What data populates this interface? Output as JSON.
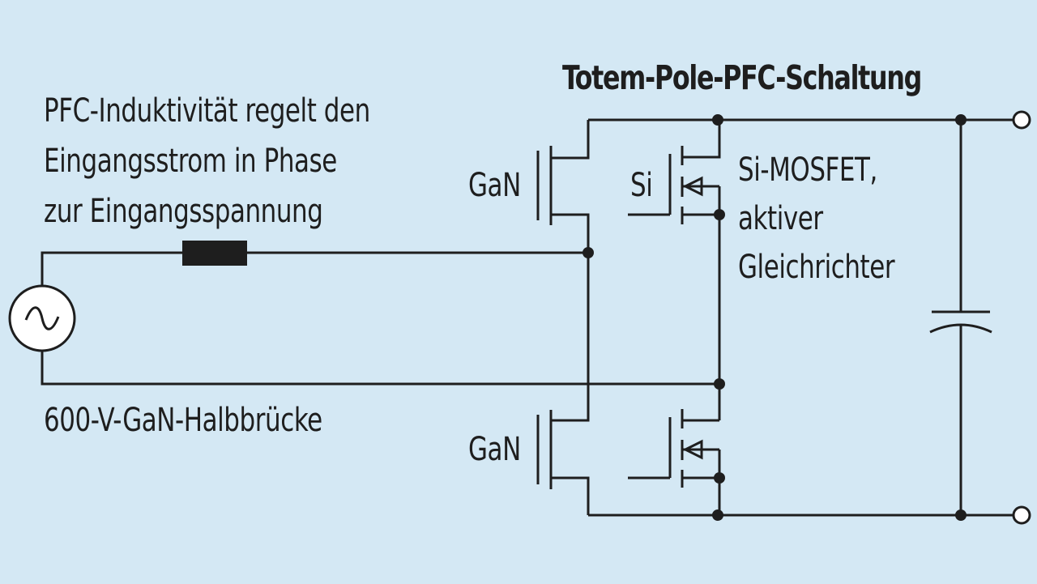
{
  "title": "Totem-Pole-PFC-Schaltung",
  "inductor_note": "PFC-Induktivität regelt den\nEingangsstrom in Phase\nzur Eingangsspannung",
  "halfbridge_label": "600-V-GaN-Halbbrücke",
  "gan_top_label": "GaN",
  "gan_bottom_label": "GaN",
  "si_label": "Si",
  "si_mosfet_note": "Si-MOSFET,\naktiver\nGleichrichter",
  "colors": {
    "background": "#d4e8f4",
    "ink": "#1e1e1e"
  }
}
